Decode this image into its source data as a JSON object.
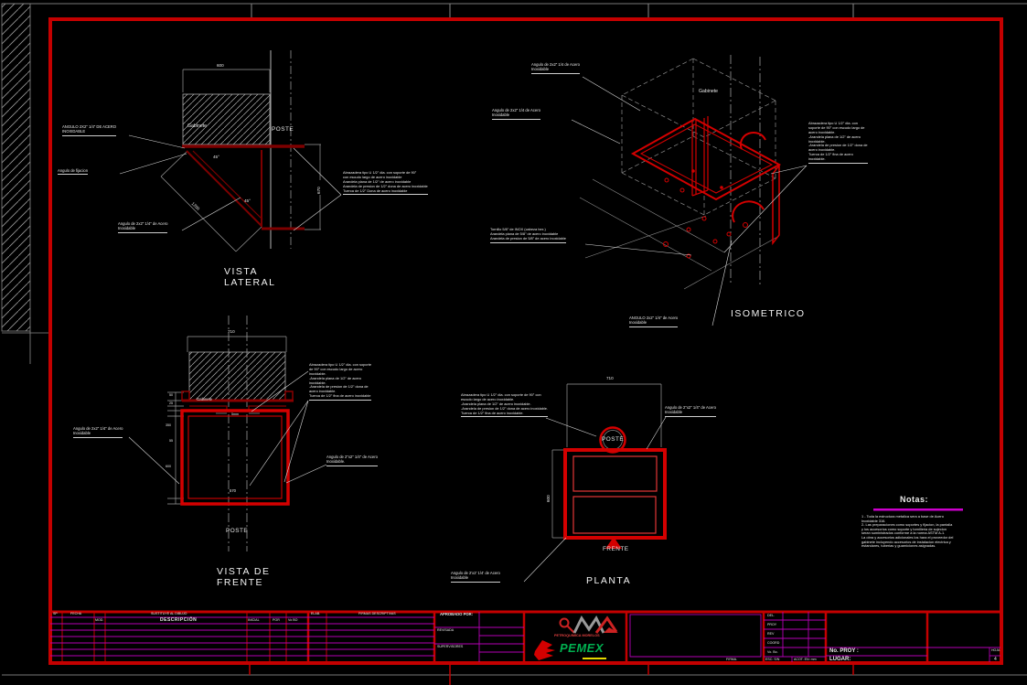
{
  "views": {
    "lateral": {
      "title": [
        "VISTA",
        "LATERAL"
      ],
      "gabinete_label": "Gabinete",
      "poste_label": "POSTE",
      "dim_top": "600",
      "dim_diagonal": "1200",
      "dim_right": "670",
      "angle_top": "45°",
      "angle_bottom": "45°",
      "ann_left_top": [
        "ANGULO 2X2\" 1/4\" DE ACERO",
        "INOXIDABLE"
      ],
      "ann_left_mid": "Angulo de fijacion",
      "ann_left_bottom": [
        "Angulo de 2x2\" 1/4\" de Acero",
        "Inoxidable"
      ],
      "ann_right": [
        "Abrazadera tipo U 1/2\" dia. con soporte de 90°",
        "con escudo largo de acero inoxidable",
        "Arandela plana de 1/2\" de acero inoxidable",
        "Arandela de presion de 1/2\" dona de acero inoxidable",
        "Tuerca de 1/2\" Dona de acero inoxidable"
      ]
    },
    "isometrico": {
      "title": "ISOMETRICO",
      "gabinete_label": "Gabinete",
      "ann_top_left": [
        "Angulo de 2x2\" 1/4 de Acero",
        "Inoxidable"
      ],
      "ann_left": [
        "Angulo de 2x2\" 1/4 de Acero",
        "Inoxidable"
      ],
      "ann_right": [
        "Abrazadera tipo U 1/2\" dia. con",
        "soporte de 90° con escudo largo de",
        "acero inoxidable.",
        "-Arandela plana de 1/2\" de acero",
        "inoxidable.",
        "-Arandela de presion de 1/2\" dona de",
        "acero inoxidable.",
        "Tuerca de 1/2\" fina de acero",
        "inoxidable."
      ],
      "ann_bottom_left": [
        "Tornillo 5/8\" de INOX (cabeza hex.)",
        "Arandela plana de 5/8\" de acero inoxidable",
        "Arandela de presion de 5/8\" de acero inoxidable"
      ],
      "ann_bottom": [
        "ANGULO 2x2\" 1/4\" de Acero",
        "Inoxidable"
      ]
    },
    "frente": {
      "title": [
        "VISTA DE",
        "FRENTE"
      ],
      "gabinete_label": "Gabinete",
      "poste_label": "POSTE",
      "dim_top": "710",
      "dim_bottom": "570",
      "dim_notch": "5mm",
      "dims_left": [
        "50",
        "25",
        "350",
        "55",
        "600"
      ],
      "ann_right_main": [
        "Abrazadera tipo U 1/2\" dia. con soporte",
        "de 90° con escudo largo de acero",
        "inoxidable.",
        "-Arandela plana de 1/2\" de acero",
        "inoxidable.",
        "-Arandela de presion de 1/2\" dona de",
        "acero inoxidable.",
        "Tuerca de 1/2\" fina de acero inoxidable"
      ],
      "ann_right_angle": [
        "Angulo de 2\"x2\" 1/4\" de Acero",
        "Inoxidable."
      ],
      "ann_left": [
        "Angulo de 2x2\" 1/4\" de Acero",
        "Inoxidable"
      ]
    },
    "planta": {
      "title": "PLANTA",
      "poste_label": "POSTE",
      "frente_label": "FRENTE",
      "dim_top": "710",
      "dim_left": "600",
      "ann_top_left": [
        "Abrazadera tipo U 1/2\" dia. con soporte de 90° con",
        "escudo largo de acero inoxidable.",
        "-Arandela plana de 1/2\" de acero inoxidable.",
        "-Arandela de presion de 1/2\" dona de acero inoxidable.",
        "Tuerca de 1/2\" fina de acero inoxidable."
      ],
      "ann_top_right": [
        "Angulo de 2\"x2\" 1/4\" de Acero",
        "Inoxidable"
      ],
      "ann_bottom_left": [
        "Angulo de 2'x2' 1/4' de Acero",
        "Inoxidable"
      ]
    }
  },
  "notas": {
    "heading": "Notas:",
    "lines": [
      "1 - Toda la estructura metalica sera a base de Acero",
      "Inoxidable 316.",
      "2- Las preparaciones como soportes y fijacion, la pantalla",
      "y los accesorios como soporte y tornilleria de sujecion",
      "seran suministrados conforme a la norma ASTM A-1.",
      "La obra y accesorios adicionales los hara el proveedor del",
      "gabinete incluyendo accesorios de instalacion electrica y",
      "estandares, tuberias y guarniciones asignadas."
    ]
  },
  "titleblock": {
    "rev": {
      "sp": "SP",
      "fecha": "FECHA",
      "sust": "SUSTITUYE AL DIBUJO",
      "mod": "MOD.",
      "descripcion": "DESCRIPCIÓN",
      "inicial": "INICIAL",
      "por": "POR",
      "vobo": "Vo BO"
    },
    "firmas": {
      "elab": "ELAB.",
      "header": "FIRMAS DESCRIPTIVAS"
    },
    "aprob": {
      "aprobado": "APROBADO POR:",
      "revisada": "REVISADA",
      "supervisores": "SUPERVISORES"
    },
    "logos": {
      "pm": "PETROQUIMICA MORELOS",
      "pemex": "PEMEX"
    },
    "right": {
      "rows": [
        "DEL.",
        "PROY",
        "REV",
        "COORD",
        "Vo. Bo."
      ],
      "firma": "FIRMA.",
      "esc": "ESC: S/N",
      "acot": "ACOT. EN: mm",
      "no_proy": "No. PROY :",
      "lugar": "LUGAR:",
      "hoja": "HOJA",
      "hoja_num": "4"
    }
  }
}
